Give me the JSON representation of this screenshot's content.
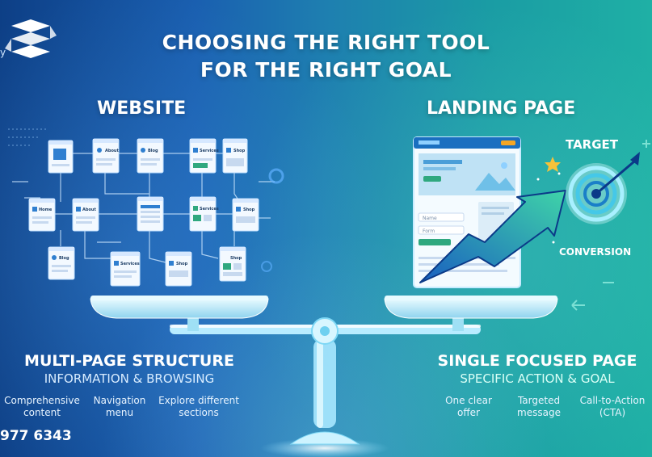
{
  "title_line1": "CHOOSING THE RIGHT TOOL",
  "title_line2": "FOR THE RIGHT GOAL",
  "logo_letter": "y",
  "website": {
    "heading": "WEBSITE",
    "structure_title": "MULTI-PAGE STRUCTURE",
    "structure_sub": "INFORMATION & BROWSING",
    "pages": [
      "About",
      "Blog",
      "Services",
      "Shop",
      "Home",
      "About",
      "Services",
      "Shop",
      "Blog",
      "Services",
      "Shop",
      "Shop"
    ],
    "features": [
      "Comprehensive",
      "content",
      "Navigation",
      "menu",
      "Explore different",
      "sections"
    ]
  },
  "landing": {
    "heading": "LANDING PAGE",
    "target_label": "TARGET",
    "conversion_label": "CONVERSION",
    "form_fields": [
      "Name",
      "Form"
    ],
    "structure_title": "SINGLE FOCUSED PAGE",
    "structure_sub": "SPECIFIC ACTION & GOAL",
    "features": [
      "One clear",
      "offer",
      "Targeted",
      "message",
      "Call-to-Action",
      "(CTA)"
    ]
  },
  "phone": "977 6343",
  "colors": {
    "bg_left": "#0d3f86",
    "bg_right": "#1fb0a5",
    "accent": "#f5a623",
    "arrow": "#2f9fe0"
  }
}
